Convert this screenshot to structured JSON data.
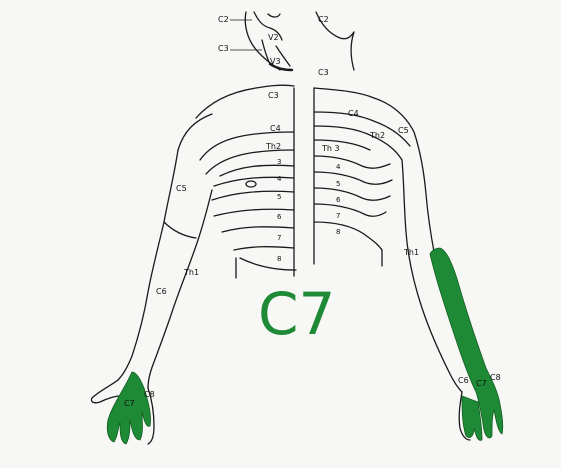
{
  "title": {
    "text": "C7",
    "color": "#1e8a35"
  },
  "colors": {
    "line": "#1a1a1a",
    "highlight": "#1e8a35",
    "paper": "#f7f7f5"
  },
  "labels": {
    "front": {
      "c2": "C2",
      "c3": "C3",
      "v2": "V2",
      "v3": "V3",
      "c3_chest": "C3",
      "c4": "C4",
      "th2": "Th2",
      "t3": "3",
      "t4": "4",
      "t5": "5",
      "t6": "6",
      "t7": "7",
      "t8": "8",
      "c5": "C5",
      "th1": "Th1",
      "c6": "C6",
      "c8": "C8",
      "c7": "C7"
    },
    "back": {
      "c2": "C2",
      "c3": "C3",
      "c4": "C4",
      "th2": "Th2",
      "c5": "C5",
      "th3": "Th 3",
      "t4": "4",
      "t5": "5",
      "t6": "6",
      "t7": "7",
      "t8": "8",
      "th1": "Th1",
      "c6": "C6",
      "c7": "C7",
      "c8": "C8"
    }
  }
}
